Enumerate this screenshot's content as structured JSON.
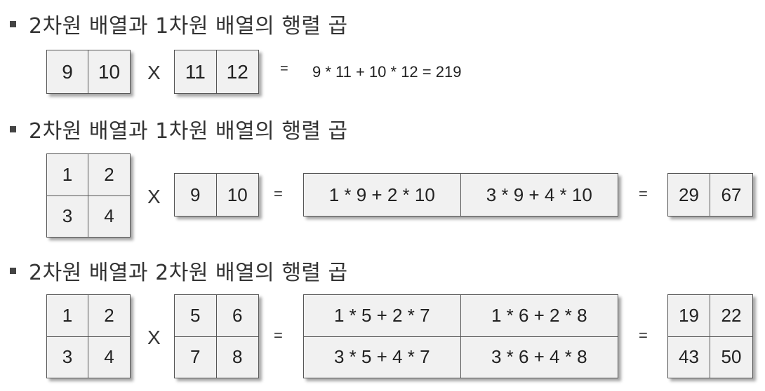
{
  "sections": [
    {
      "heading": "2차원 배열과 1차원 배열의 행렬 곱",
      "a": [
        "9",
        "10"
      ],
      "op": "X",
      "b": [
        "11",
        "12"
      ],
      "eq": "=",
      "expression": "9 * 11 + 10 * 12 = 219"
    },
    {
      "heading": "2차원 배열과 1차원 배열의 행렬 곱",
      "a": [
        "1",
        "2",
        "3",
        "4"
      ],
      "op": "X",
      "b": [
        "9",
        "10"
      ],
      "eq1": "=",
      "work": [
        "1 * 9 + 2 * 10",
        "3 * 9 + 4 * 10"
      ],
      "eq2": "=",
      "result": [
        "29",
        "67"
      ]
    },
    {
      "heading": "2차원 배열과 2차원 배열의 행렬 곱",
      "a": [
        "1",
        "2",
        "3",
        "4"
      ],
      "op": "X",
      "b": [
        "5",
        "6",
        "7",
        "8"
      ],
      "eq1": "=",
      "work": [
        "1 * 5 + 2 * 7",
        "1 * 6 + 2 * 8",
        "3 * 5 + 4 * 7",
        "3 * 6 + 4 * 8"
      ],
      "eq2": "=",
      "result": [
        "19",
        "22",
        "43",
        "50"
      ]
    }
  ],
  "colors": {
    "cell_fill": "#f1f1f1",
    "cell_border": "#555555",
    "bullet": "#444444"
  }
}
